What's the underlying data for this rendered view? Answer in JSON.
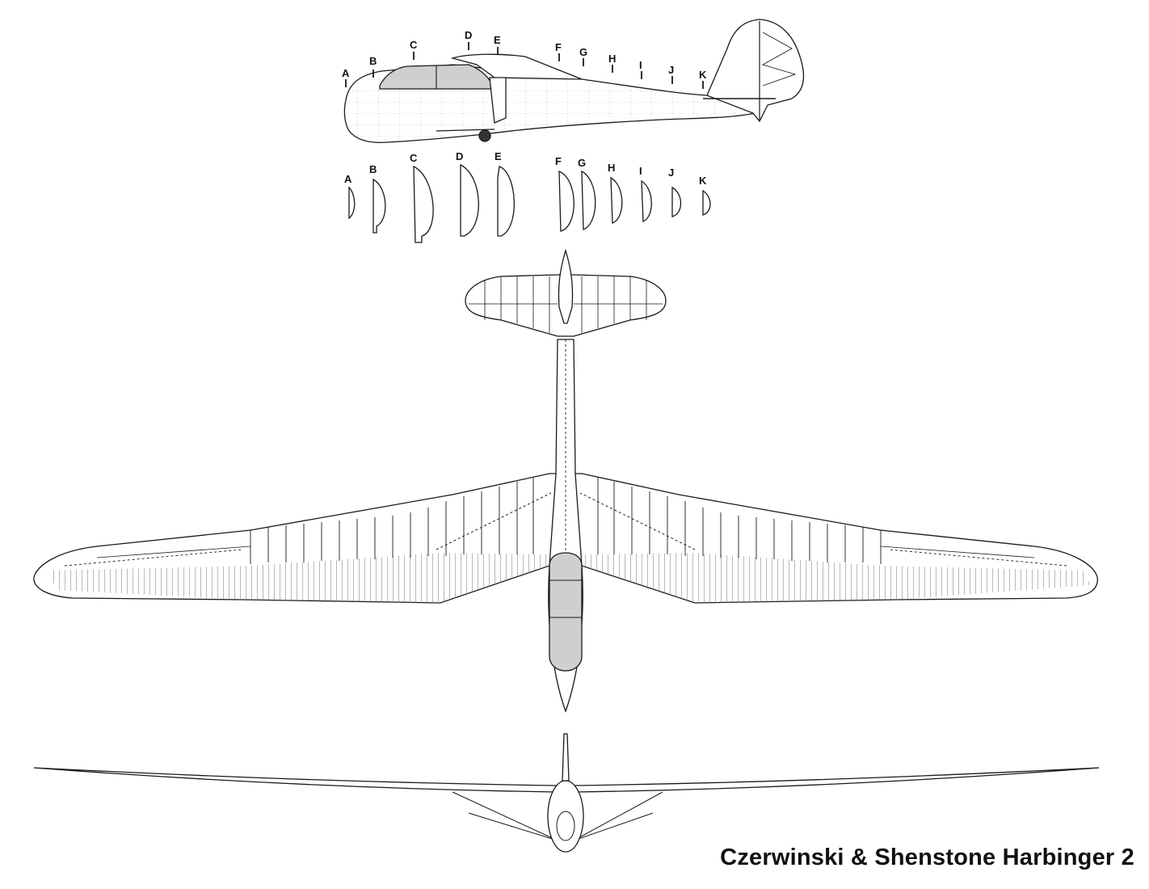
{
  "title": "Czerwinski & Shenstone Harbinger 2",
  "station_labels": [
    "A",
    "B",
    "C",
    "D",
    "E",
    "F",
    "G",
    "H",
    "I",
    "J",
    "K"
  ],
  "colors": {
    "line": "#1a1a1a",
    "canopy": "#cfcfcf",
    "paper": "#ffffff"
  }
}
